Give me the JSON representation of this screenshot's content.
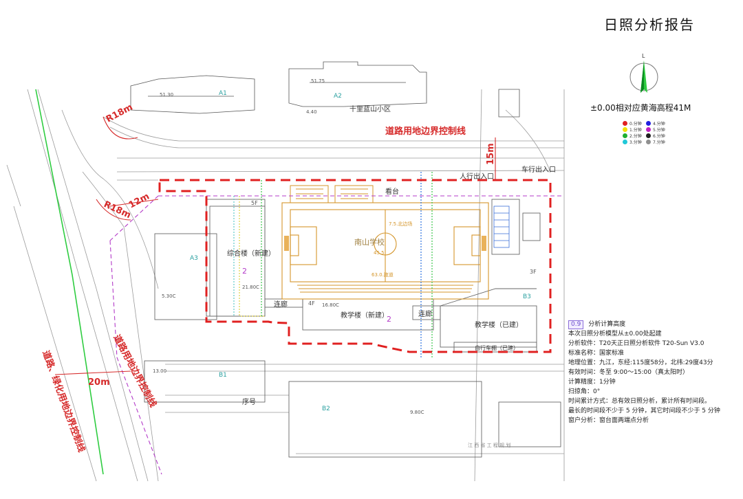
{
  "header": {
    "title": "日照分析报告"
  },
  "north_label": "L",
  "elevation_note": "±0.00相对应黄海高程41M",
  "legend": [
    {
      "label": "0.分钟",
      "color": "#e02020"
    },
    {
      "label": "1.分钟",
      "color": "#f2e000"
    },
    {
      "label": "2.分钟",
      "color": "#20b030"
    },
    {
      "label": "3.分钟",
      "color": "#20c8d8"
    },
    {
      "label": "4.分钟",
      "color": "#2020e0"
    },
    {
      "label": "5.分钟",
      "color": "#c020c0"
    },
    {
      "label": "6.分钟",
      "color": "#202020"
    },
    {
      "label": "7.分钟",
      "color": "#909090"
    }
  ],
  "map": {
    "road_line_top": "道路用地边界控制线",
    "road_line_left": "道路用地边界控制线",
    "road_green_line": "道路、绿化用地边界控制线",
    "r18_top": "R18m",
    "r18_left": "R18m",
    "dim_12m": "12m",
    "dim_15m": "15m",
    "dim_20m": "20m",
    "neighborhood": "十里蓝山小区",
    "pedestrian_entrance": "人行出入口",
    "vehicle_entrance": "车行出入口",
    "stand_label": "看台",
    "school_name": "南山学校",
    "field_label_1": "7.5.北边场",
    "field_label_2": "45.5",
    "field_label_3": "63.0.跑道",
    "complex_building": "综合楼（新建）",
    "teaching_new": "教学楼（新建）",
    "teaching_existing": "教学楼（已建）",
    "bike_shed": "自行车棚（已建）",
    "corridor_1": "连廊",
    "corridor_2": "连廊",
    "floors_5f": "5F",
    "floors_4f": "4F",
    "floors_3f": "3F",
    "label_2a": "2",
    "label_2b": "2",
    "elev_1": "51.30",
    "elev_2": "51.75",
    "elev_3": "4.40",
    "elev_4": "5.30C",
    "elev_5": "21.80C",
    "elev_6": "16.80C",
    "elev_7": "9.80C",
    "elev_8": "13.00",
    "sequence": "序号",
    "bottom_label": "江 西 省 工 程 规 划",
    "block_a1": "A1",
    "block_a2": "A2",
    "block_a3": "A3",
    "block_b1": "B1",
    "block_b2": "B2",
    "block_b3": "B3"
  },
  "notes": {
    "badge": "0.9",
    "badge_text": "分析计算高度",
    "lines": [
      "本次日照分析模型从±0.00处起建",
      "分析软件：T20天正日照分析软件 T20-Sun V3.0",
      "标准名称：国家标准",
      "地理位置：九江，东经:115度58分，北纬:29度43分",
      "有效时间：冬至 9:00～15:00（真太阳时）",
      "计算精度：1分钟",
      "扫掠角：0°",
      "时间累计方式：总有效日照分析，累计所有时间段。",
      "最长的时间段不少于 5 分钟，其它时间段不少于 5 分钟",
      "窗户分析：窗台面两端点分析"
    ]
  }
}
